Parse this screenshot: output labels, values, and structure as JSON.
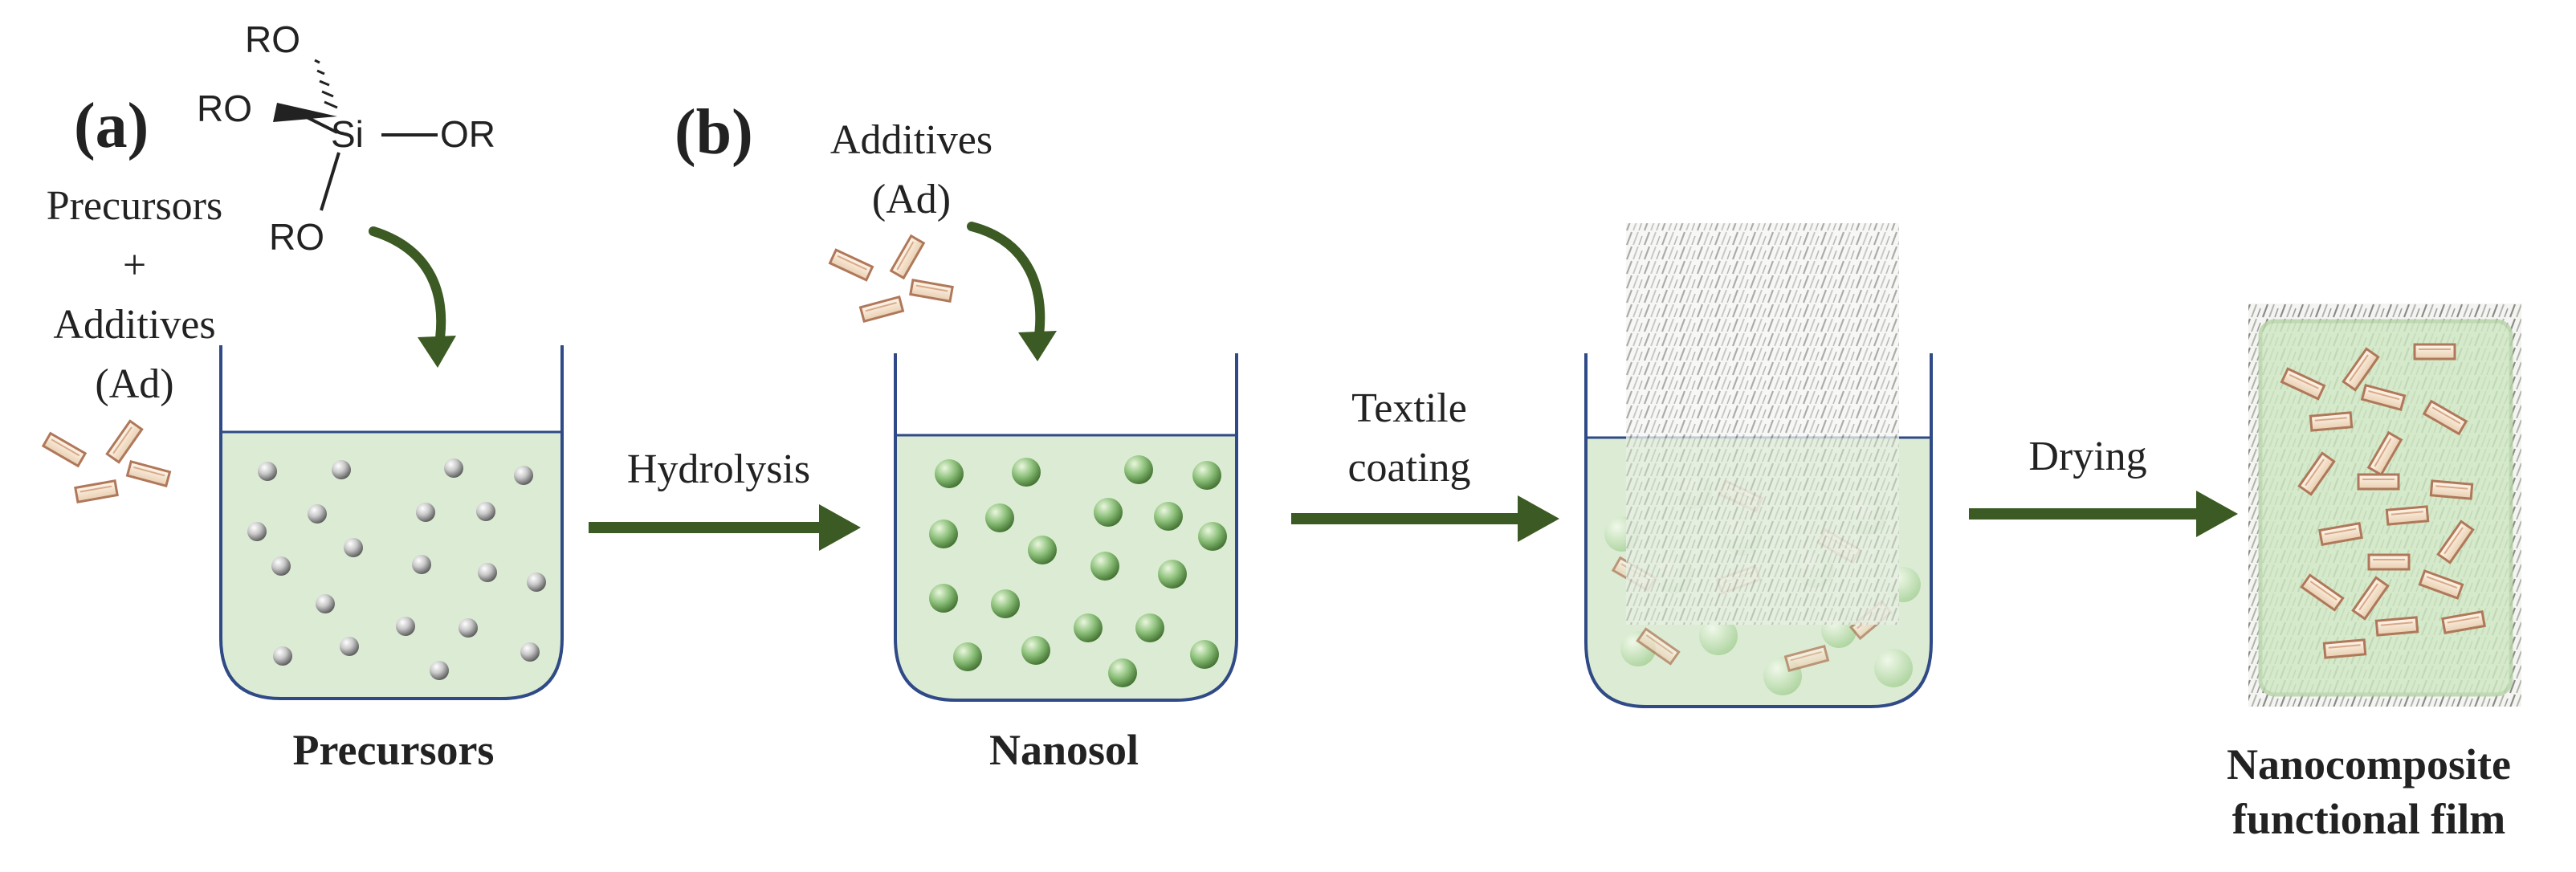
{
  "panel_labels": {
    "a": "(a)",
    "b": "(b)"
  },
  "left_text": [
    "Precursors",
    "+",
    "Additives",
    "(Ad)"
  ],
  "additives_b": [
    "Additives",
    "(Ad)"
  ],
  "chem": {
    "ro1": "RO",
    "ro2": "RO",
    "si": "Si",
    "or": "OR",
    "ro3": "RO"
  },
  "steps": {
    "hydrolysis": "Hydrolysis",
    "textile_coating": [
      "Textile",
      "coating"
    ],
    "drying": "Drying"
  },
  "captions": {
    "precursors": "Precursors",
    "nanosol": "Nanosol",
    "film": [
      "Nanocomposite",
      "functional film"
    ]
  },
  "colors": {
    "liquid": "#dcecd4",
    "beaker_outline": "#2f4a86",
    "arrow": "#3c5a23",
    "rod_fill": "#f6ead8",
    "rod_stroke": "#b0785a",
    "sphere_green": "#8cc07a",
    "sphere_gray": "#a9a9a9"
  },
  "icons": [
    "beaker-icon",
    "sphere-icon",
    "rod-icon",
    "textile-icon",
    "arrow-icon"
  ]
}
